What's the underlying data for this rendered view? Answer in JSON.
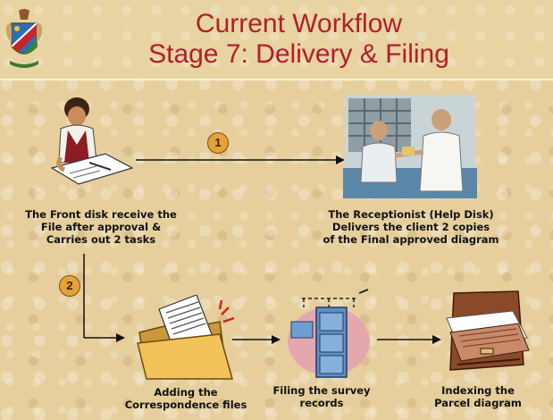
{
  "title": {
    "line1": "Current Workflow",
    "line2": "Stage 7: Delivery & Filing"
  },
  "labels": {
    "front_desk": [
      "The Front disk receive the",
      "File after approval &",
      "Carries out 2 tasks"
    ],
    "receptionist": [
      "The Receptionist (Help Disk)",
      "Delivers the client 2 copies",
      "of the Final approved diagram"
    ],
    "adding": [
      "Adding the",
      "Correspondence files"
    ],
    "filing": [
      "Filing the survey",
      "records"
    ],
    "indexing": [
      "Indexing the",
      "Parcel diagram"
    ]
  },
  "badges": {
    "one": "1",
    "two": "2"
  },
  "colors": {
    "title": "#b21f2a",
    "background": "#e6cf9d",
    "badge": "#e5a23a"
  },
  "icons": [
    "coat-of-arms",
    "front-desk-clerk",
    "receptionist-handover",
    "folder-documents",
    "filing-cabinet",
    "card-index-drawer"
  ]
}
